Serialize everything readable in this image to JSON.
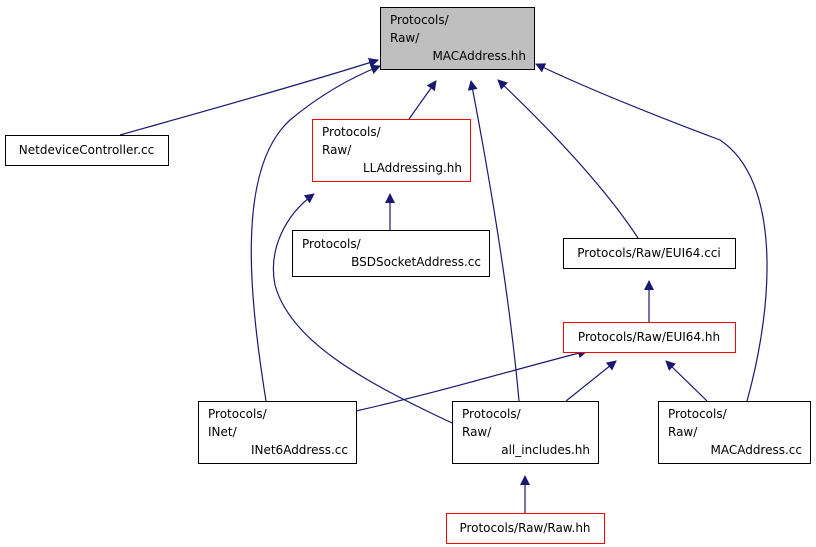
{
  "colors": {
    "edge": "#191970",
    "highlight_fill": "#bfbfbf",
    "normal_border": "#000000",
    "highlight_border": "#ff0000",
    "background": "#ffffff"
  },
  "nodes": {
    "mac_hh": {
      "lines": [
        "Protocols/",
        "Raw/",
        "MACAddress.hh"
      ],
      "style": "highlight"
    },
    "netdevice": {
      "lines": [
        "NetdeviceController.cc"
      ],
      "style": "normal"
    },
    "ll_hh": {
      "lines": [
        "Protocols/",
        "Raw/",
        "LLAddressing.hh"
      ],
      "style": "red"
    },
    "bsd_cc": {
      "lines": [
        "Protocols/",
        "BSDSocketAddress.cc"
      ],
      "style": "normal"
    },
    "eui64_cci": {
      "lines": [
        "Protocols/Raw/EUI64.cci"
      ],
      "style": "normal"
    },
    "eui64_hh": {
      "lines": [
        "Protocols/Raw/EUI64.hh"
      ],
      "style": "red"
    },
    "inet6_cc": {
      "lines": [
        "Protocols/",
        "INet/",
        "INet6Address.cc"
      ],
      "style": "normal"
    },
    "all_inc": {
      "lines": [
        "Protocols/",
        "Raw/",
        "all_includes.hh"
      ],
      "style": "normal"
    },
    "mac_cc": {
      "lines": [
        "Protocols/",
        "Raw/",
        "MACAddress.cc"
      ],
      "style": "normal"
    },
    "raw_hh": {
      "lines": [
        "Protocols/Raw/Raw.hh"
      ],
      "style": "red"
    }
  },
  "edges": [
    {
      "from": "netdevice",
      "to": "mac_hh"
    },
    {
      "from": "inet6_cc",
      "to": "mac_hh"
    },
    {
      "from": "ll_hh",
      "to": "mac_hh"
    },
    {
      "from": "all_inc",
      "to": "mac_hh"
    },
    {
      "from": "eui64_cci",
      "to": "mac_hh"
    },
    {
      "from": "mac_cc",
      "to": "mac_hh"
    },
    {
      "from": "bsd_cc",
      "to": "ll_hh"
    },
    {
      "from": "all_inc",
      "to": "ll_hh"
    },
    {
      "from": "eui64_hh",
      "to": "eui64_cci"
    },
    {
      "from": "inet6_cc",
      "to": "eui64_hh"
    },
    {
      "from": "all_inc",
      "to": "eui64_hh"
    },
    {
      "from": "mac_cc",
      "to": "eui64_hh"
    },
    {
      "from": "raw_hh",
      "to": "all_inc"
    }
  ]
}
